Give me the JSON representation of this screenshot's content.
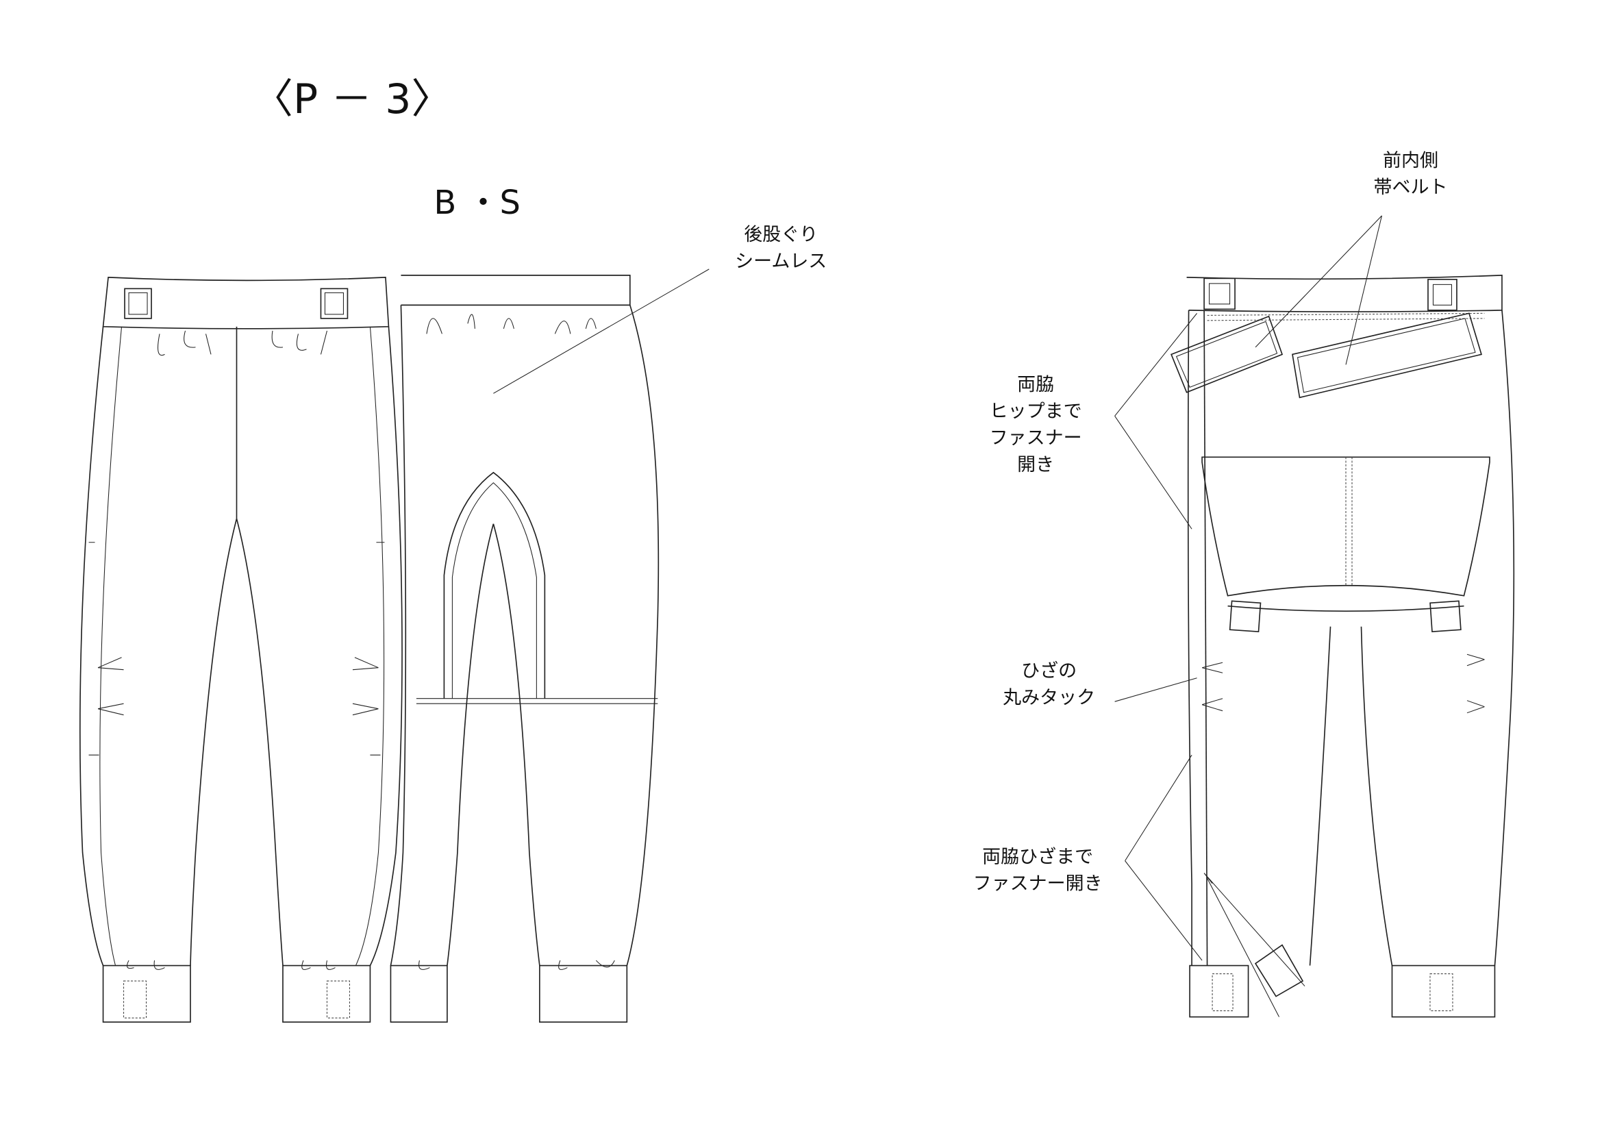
{
  "title": "〈P － 3〉",
  "subtitle": "B ・S",
  "annotations": {
    "back_crotch": [
      "後股ぐり",
      "シームレス"
    ],
    "front_belt": [
      "前内側",
      "帯ベルト"
    ],
    "hip_zipper": [
      "両脇",
      "ヒップまで",
      "ファスナー",
      "開き"
    ],
    "knee_tuck": [
      "ひざの",
      "丸みタック"
    ],
    "knee_zipper": [
      "両脇ひざまで",
      "ファスナー開き"
    ]
  }
}
